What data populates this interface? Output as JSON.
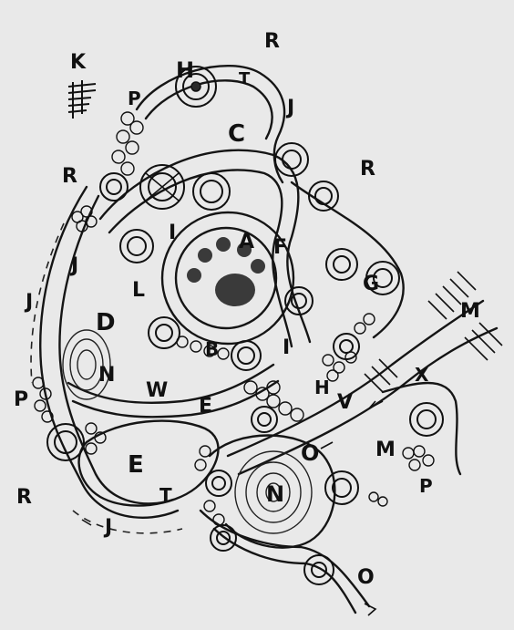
{
  "plan": {
    "zone_labels": [
      "K",
      "H",
      "R",
      "T",
      "J",
      "C",
      "R",
      "P",
      "R",
      "I",
      "A",
      "F",
      "J",
      "L",
      "G",
      "J",
      "D",
      "M",
      "I",
      "B",
      "N",
      "W",
      "X",
      "P",
      "V",
      "E",
      "H",
      "O",
      "M",
      "E",
      "R",
      "J",
      "T",
      "N",
      "P",
      "O"
    ]
  }
}
